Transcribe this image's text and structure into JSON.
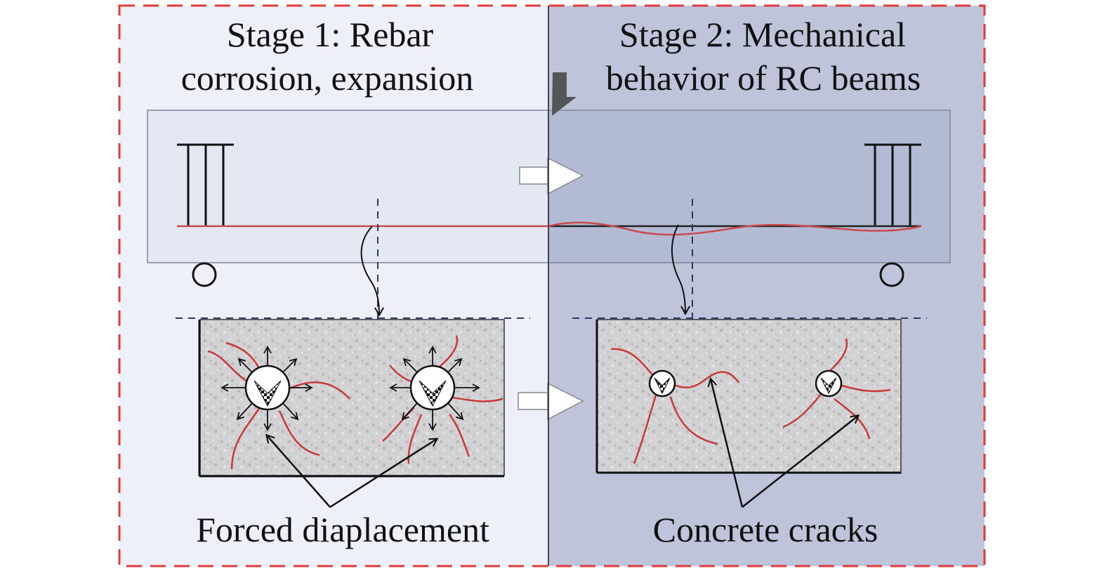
{
  "stage1": {
    "title_line1": "Stage 1: Rebar",
    "title_line2": "corrosion, expansion",
    "caption": "Forced diaplacement"
  },
  "stage2": {
    "title_line1": "Stage 2: Mechanical",
    "title_line2": "behavior of  RC beams",
    "caption": "Concrete cracks"
  },
  "colors": {
    "stage1_bg": "#edf0f8",
    "stage2_bg": "#bfc4db",
    "frame_dash": "#e03a3a",
    "crack": "#c83a3a",
    "rebar": "#c94a4a",
    "section_line": "#2f3566"
  },
  "icons": [
    "support-pin-icon",
    "flow-arrow-icon",
    "load-arrow-icon",
    "expansion-arrows-icon",
    "rebar-section-icon"
  ]
}
